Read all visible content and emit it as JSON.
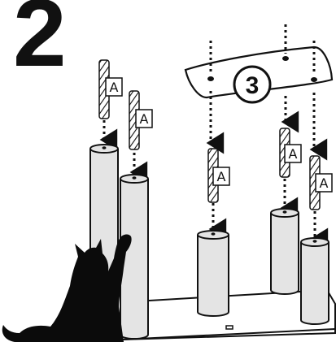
{
  "step": {
    "number": "2"
  },
  "callouts": {
    "top_platform": "3"
  },
  "parts": {
    "screw_label": "A"
  },
  "colors": {
    "line": "#111111",
    "post_fill": "#e4e4e4",
    "base_fill": "#ffffff",
    "cat": "#0b0b0b"
  },
  "icons": {
    "cat": "cat-silhouette-icon"
  }
}
